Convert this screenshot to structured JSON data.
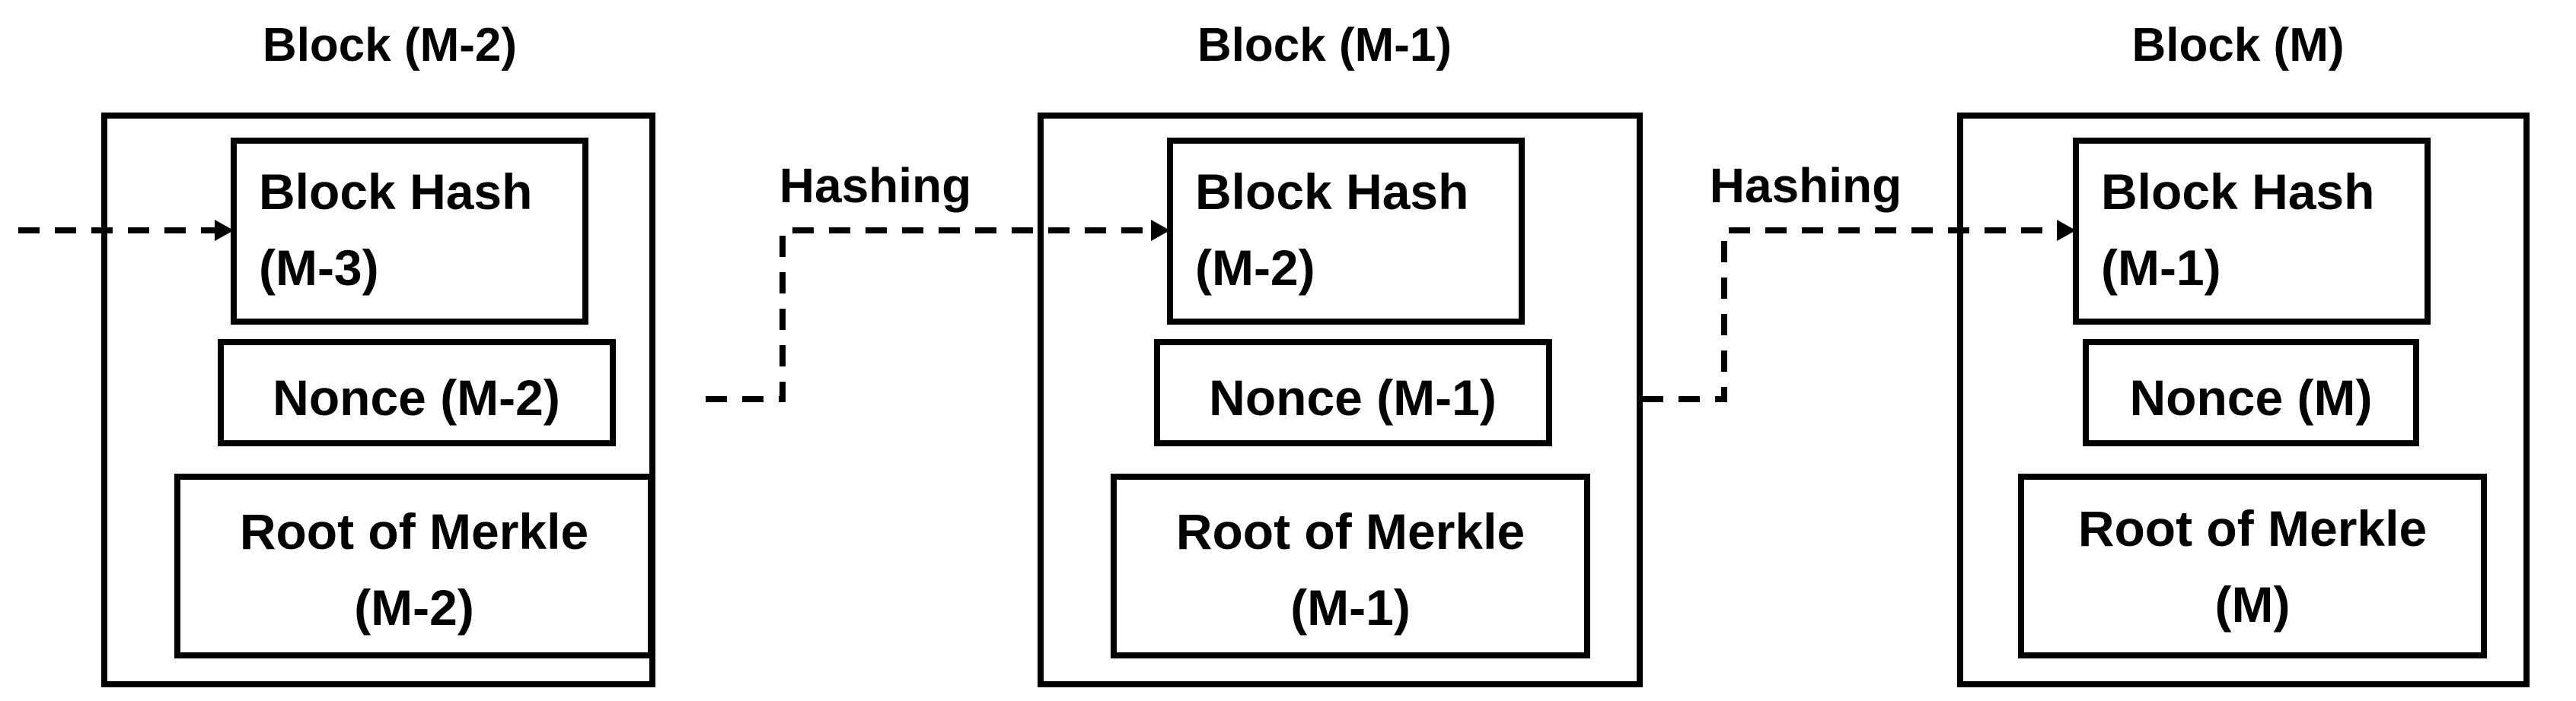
{
  "blocks": [
    {
      "title": "Block (M-2)",
      "hash_line1": "Block Hash",
      "hash_line2": "(M-3)",
      "nonce": "Nonce (M-2)",
      "merkle_line1": "Root of Merkle",
      "merkle_line2": "(M-2)"
    },
    {
      "title": "Block (M-1)",
      "hash_line1": "Block Hash",
      "hash_line2": "(M-2)",
      "nonce": "Nonce (M-1)",
      "merkle_line1": "Root of Merkle",
      "merkle_line2": "(M-1)"
    },
    {
      "title": "Block (M)",
      "hash_line1": "Block Hash",
      "hash_line2": "(M-1)",
      "nonce": "Nonce (M)",
      "merkle_line1": "Root of Merkle",
      "merkle_line2": "(M)"
    }
  ],
  "links": [
    {
      "label": "Hashing"
    },
    {
      "label": "Hashing"
    }
  ]
}
